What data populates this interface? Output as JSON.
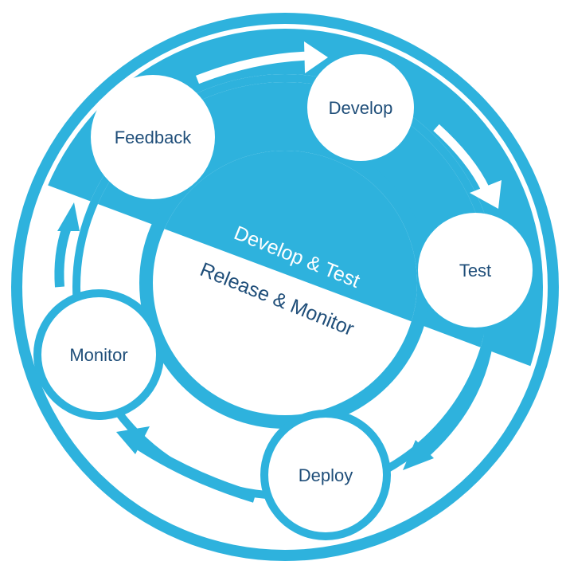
{
  "diagram": {
    "center": {
      "top_label": "Develop & Test",
      "bottom_label": "Release & Monitor"
    },
    "stages": [
      {
        "id": "develop",
        "label": "Develop"
      },
      {
        "id": "test",
        "label": "Test"
      },
      {
        "id": "deploy",
        "label": "Deploy"
      },
      {
        "id": "monitor",
        "label": "Monitor"
      },
      {
        "id": "feedback",
        "label": "Feedback"
      }
    ],
    "colors": {
      "accent": "#2eb2dd",
      "text_dark": "#1f4e79",
      "white": "#ffffff"
    }
  }
}
